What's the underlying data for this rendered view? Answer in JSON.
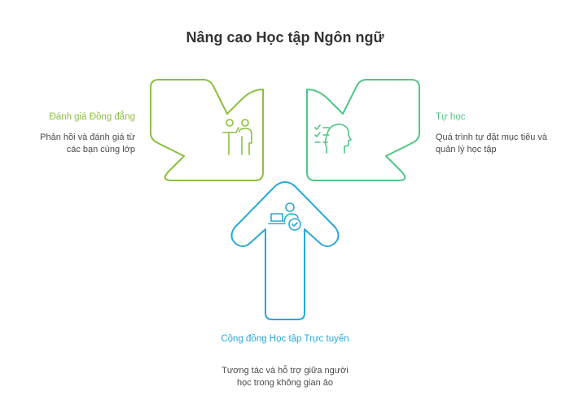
{
  "title": "Nâng cao Học tập Ngôn ngữ",
  "colors": {
    "peer": "#8cbf3f",
    "self": "#4ec785",
    "community": "#29a8d6",
    "title": "#333333",
    "text": "#4a4a4a"
  },
  "items": [
    {
      "heading": "Đánh giá Đồng đẳng",
      "description": "Phản hồi và đánh giá từ các bạn cùng lớp",
      "icon": "teacher-student-icon"
    },
    {
      "heading": "Tự học",
      "description": "Quá trình tự đặt mục tiêu và quản lý học tập",
      "icon": "head-checklist-icon"
    },
    {
      "heading": "Cộng đồng Học tập Trực tuyến",
      "description": "Tương tác và hỗ trợ giữa người học trong không gian ảo",
      "icon": "online-learner-icon"
    }
  ]
}
